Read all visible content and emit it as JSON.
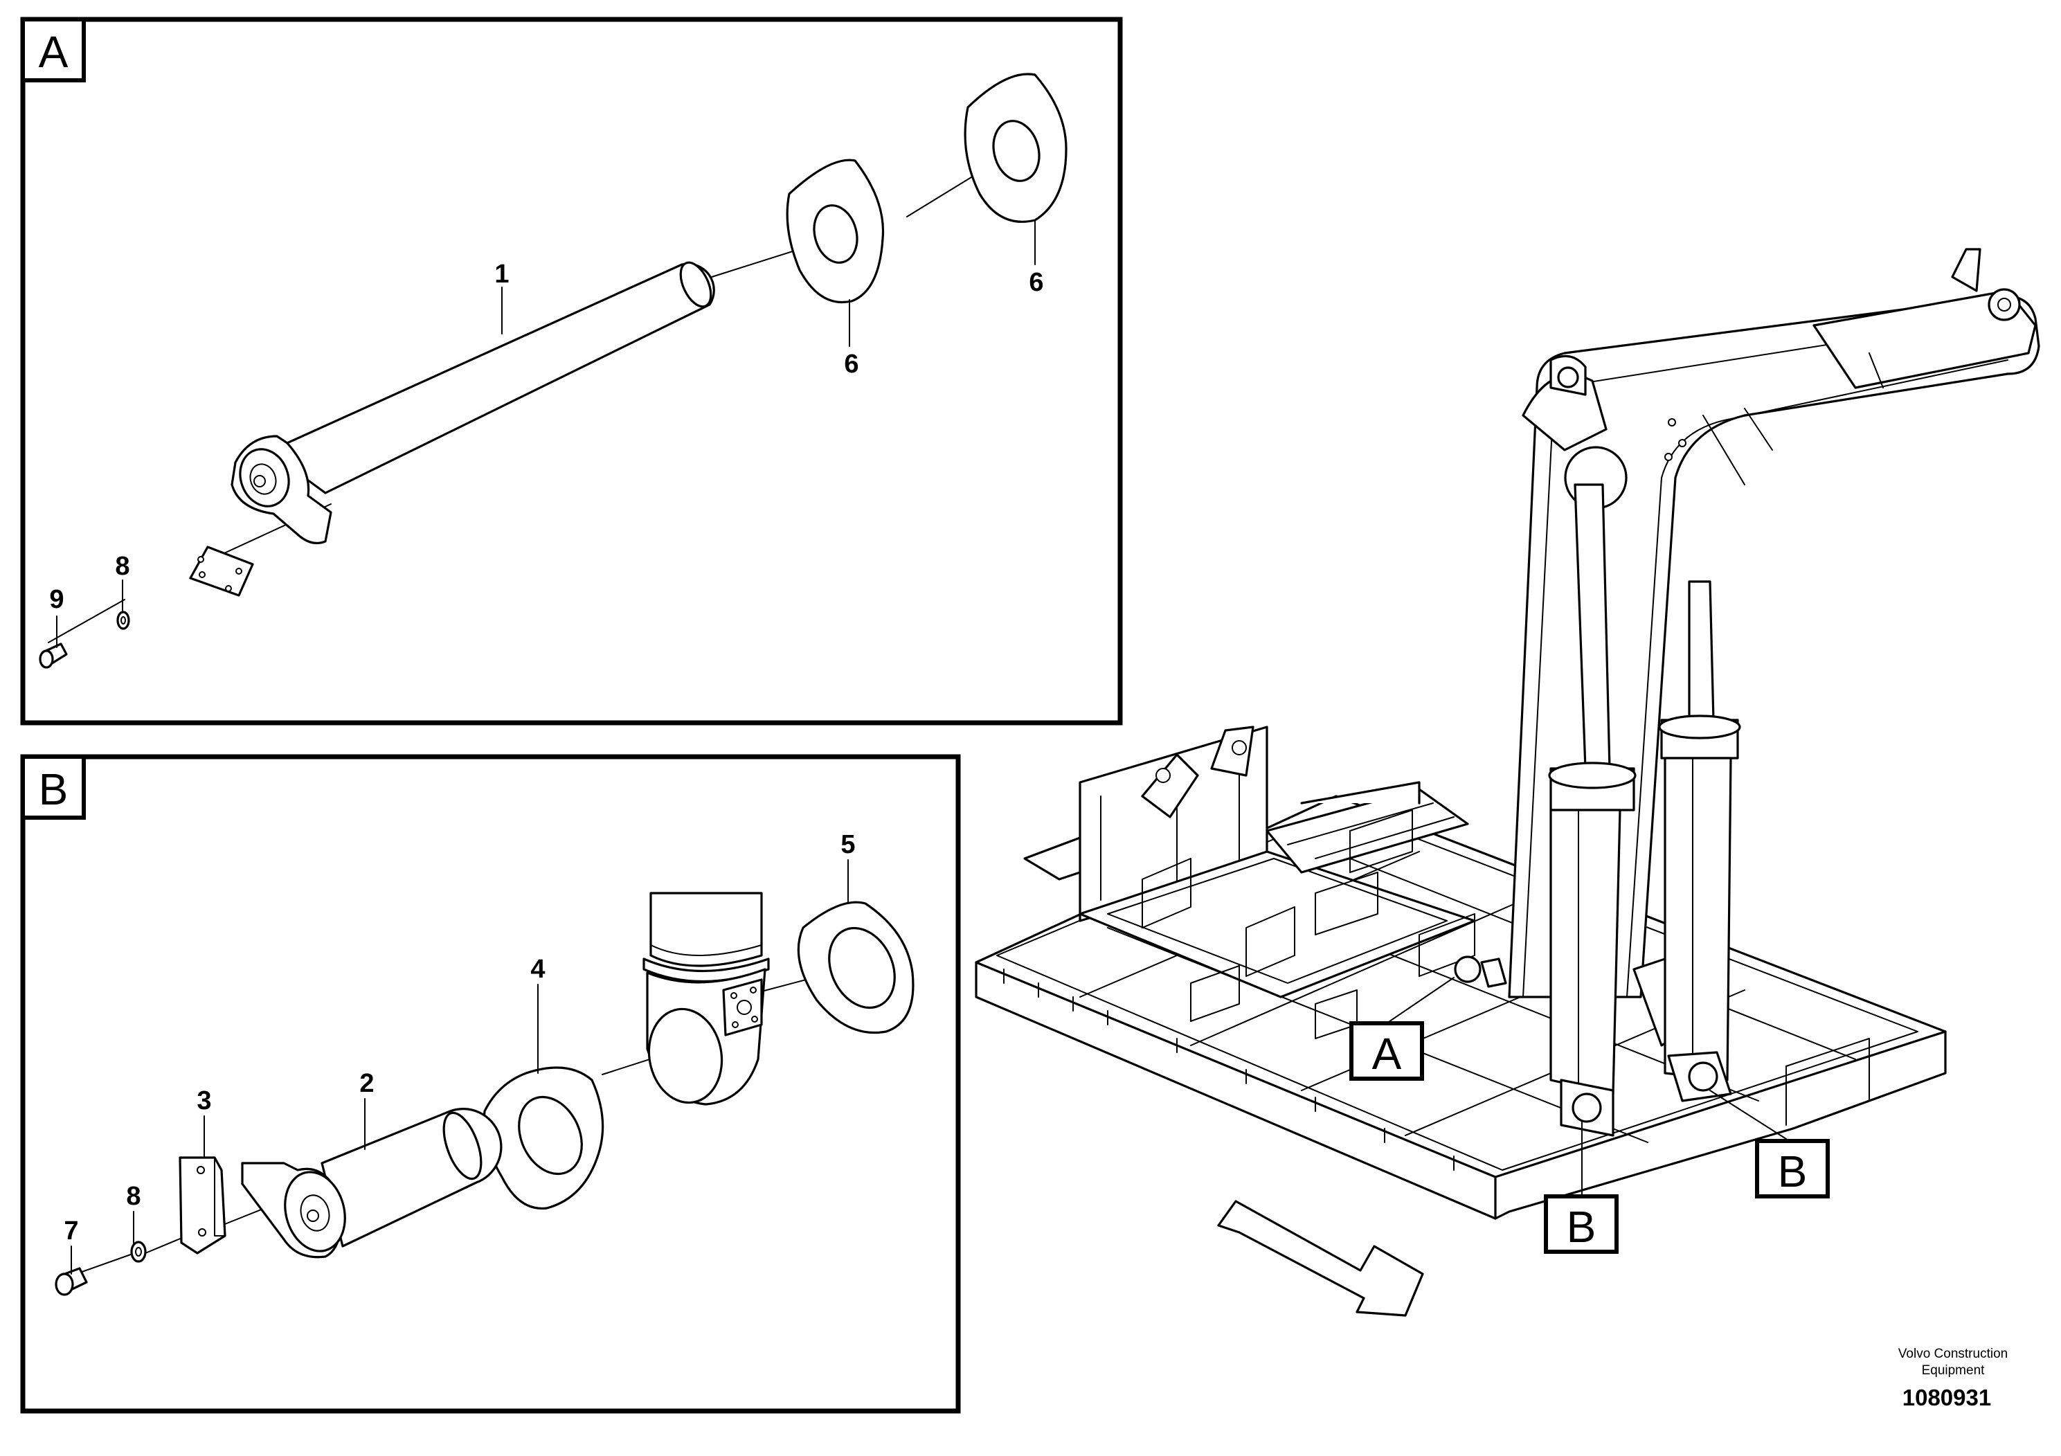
{
  "panels": {
    "a": {
      "label": "A"
    },
    "b": {
      "label": "B"
    }
  },
  "callouts": {
    "a": {
      "pin": "1",
      "washer_1": "6",
      "washer_2": "6",
      "lock_plate_washer": "8",
      "screw": "9"
    },
    "b": {
      "lock_plate": "3",
      "pin": "2",
      "shim_1": "4",
      "shim_2": "5",
      "washer": "8",
      "screw": "7"
    }
  },
  "location_tags": {
    "a": "A",
    "b_left": "B",
    "b_right": "B"
  },
  "footer": {
    "line1": "Volvo Construction",
    "line2": "Equipment",
    "drawing_number": "1080931"
  }
}
